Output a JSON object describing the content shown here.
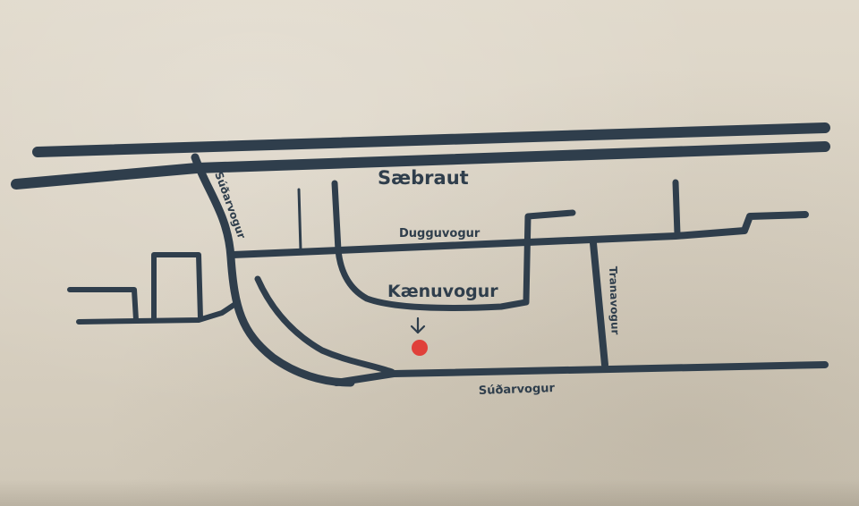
{
  "map": {
    "streets": {
      "saebraut": "Sæbraut",
      "dugguvogur": "Dugguvogur",
      "kaenuvogur": "Kænuvogur",
      "sudarvogur_upper": "Súðarvogur",
      "sudarvogur_lower": "Súðarvogur",
      "tranavogur": "Tranavogur"
    },
    "marker": {
      "icon": "down-arrow-icon",
      "dot_color": "#e0403a"
    },
    "colors": {
      "road": "#2f3e4c",
      "paper": "#dcd5c7"
    }
  }
}
